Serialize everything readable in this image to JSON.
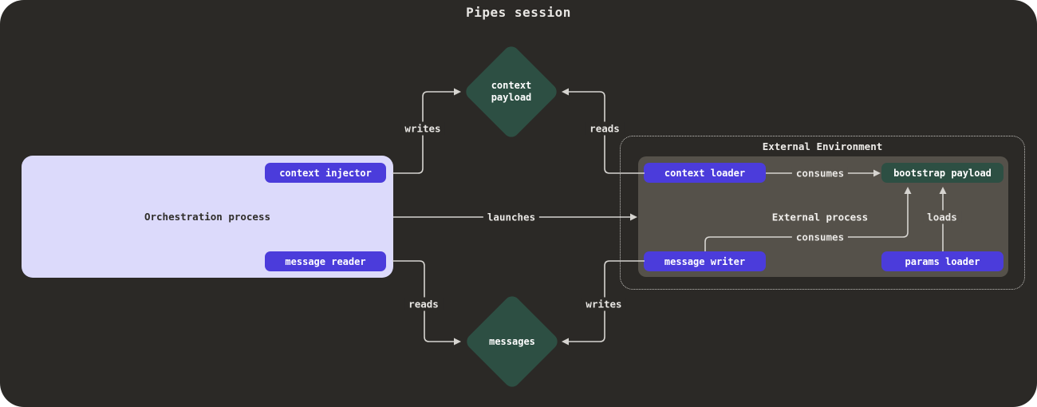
{
  "title": "Pipes session",
  "colors": {
    "canvas_background": "#2b2926",
    "accent_purple": "#4b3cdb",
    "node_green": "#2d4f43",
    "orchestration_background": "#dcdafb",
    "external_process_background": "#55514a",
    "wire": "#d6d4d0",
    "text_light": "#e9e7e4",
    "text_dark": "#2f2d2a"
  },
  "nodes": {
    "context_payload": {
      "label": "context payload"
    },
    "messages": {
      "label": "messages"
    },
    "orchestration": {
      "label": "Orchestration process",
      "buttons": {
        "context_injector": {
          "label": "context injector"
        },
        "message_reader": {
          "label": "message reader"
        }
      }
    },
    "external_environment": {
      "label": "External Environment",
      "process": {
        "label": "External process",
        "buttons": {
          "context_loader": {
            "label": "context loader"
          },
          "bootstrap_payload": {
            "label": "bootstrap payload"
          },
          "message_writer": {
            "label": "message writer"
          },
          "params_loader": {
            "label": "params loader"
          }
        }
      }
    }
  },
  "edges": {
    "writes_top": {
      "label": "writes"
    },
    "reads_top": {
      "label": "reads"
    },
    "launches": {
      "label": "launches"
    },
    "reads_bottom": {
      "label": "reads"
    },
    "writes_bottom": {
      "label": "writes"
    },
    "consumes_top": {
      "label": "consumes"
    },
    "consumes_bottom": {
      "label": "consumes"
    },
    "loads": {
      "label": "loads"
    }
  }
}
